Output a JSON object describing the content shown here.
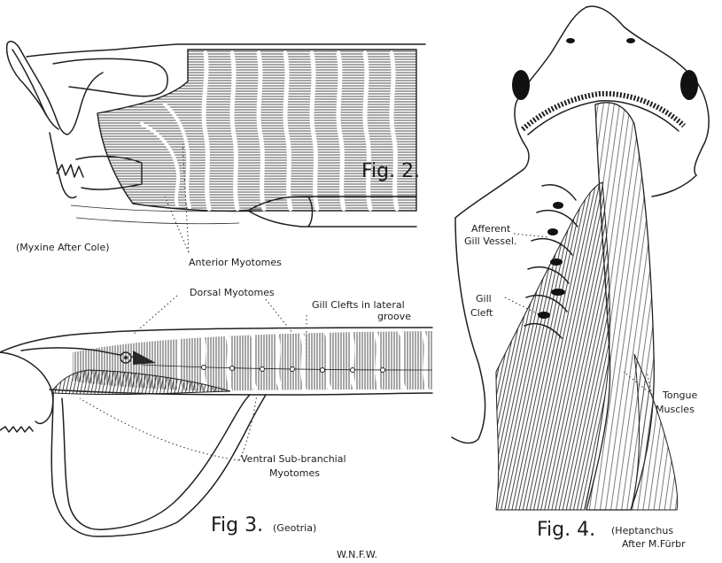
{
  "figures": {
    "fig2": {
      "label": "Fig. 2.",
      "caption": "(Myxine After Cole)",
      "anterior_myotomes": "Anterior Myotomes"
    },
    "fig3": {
      "label": "Fig 3.",
      "caption": "(Geotria)",
      "dorsal_myotomes": "Dorsal Myotomes",
      "gill_clefts_line1": "Gill Clefts in lateral",
      "gill_clefts_line2": "groove",
      "ventral_line1": "Ventral Sub-branchial",
      "ventral_line2": "Myotomes"
    },
    "fig4": {
      "label": "Fig. 4.",
      "caption_line1": "(Heptanchus",
      "caption_line2": "After M.Fürbr",
      "afferent_line1": "Afferent",
      "afferent_line2": "Gill Vessel.",
      "gill_cleft_line1": "Gill",
      "gill_cleft_line2": "Cleft",
      "tongue_line1": "Tongue",
      "tongue_line2": "Muscles"
    }
  },
  "signature": "W.N.F.W."
}
